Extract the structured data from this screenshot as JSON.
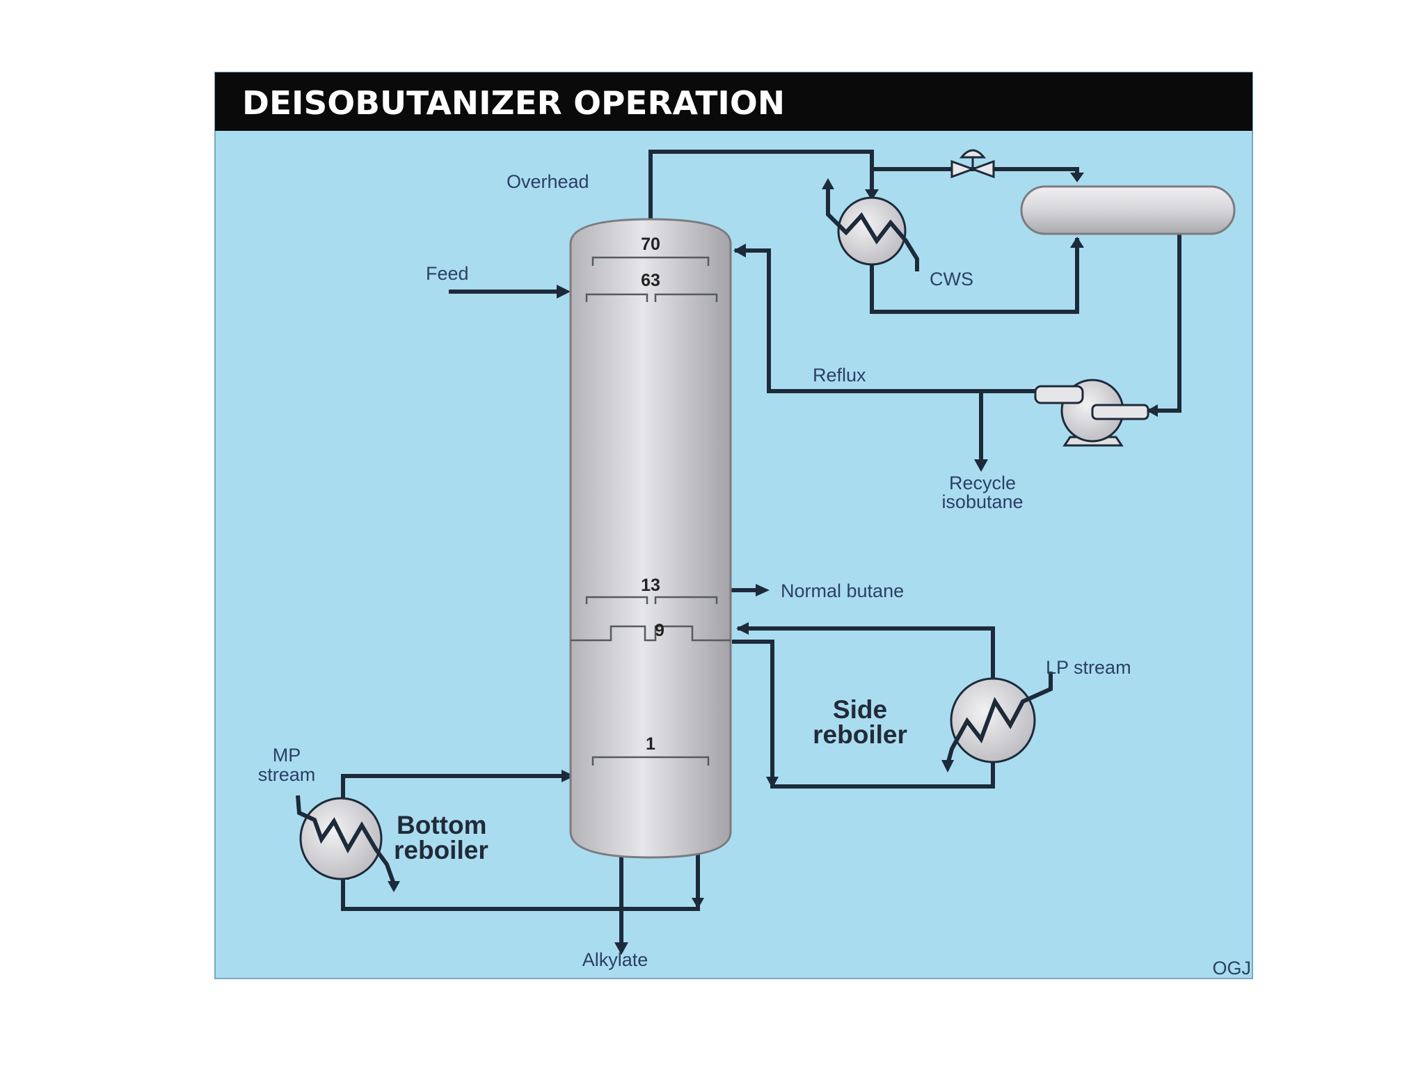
{
  "title": "DEISOBUTANIZER OPERATION",
  "labels": {
    "overhead": "Overhead",
    "feed": "Feed",
    "cws": "CWS",
    "reflux": "Reflux",
    "recycle_line1": "Recycle",
    "recycle_line2": "isobutane",
    "normal_butane": "Normal butane",
    "lp_stream": "LP stream",
    "side_reboiler_line1": "Side",
    "side_reboiler_line2": "reboiler",
    "mp_stream_line1": "MP",
    "mp_stream_line2": "stream",
    "bottom_reboiler_line1": "Bottom",
    "bottom_reboiler_line2": "reboiler",
    "alkylate": "Alkylate",
    "corner_mark": "OGJ"
  },
  "trays": [
    "70",
    "63",
    "13",
    "9",
    "1"
  ],
  "colors": {
    "background": "#a9dcef",
    "title_bar": "#0a0a0a",
    "pipe": "#1d2a3a",
    "vessel": "#d9d9dd"
  }
}
